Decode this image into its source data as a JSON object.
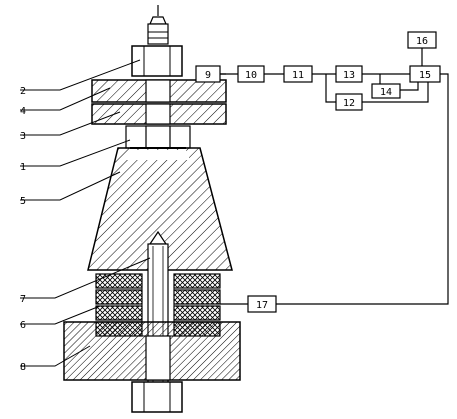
{
  "callouts": [
    "2",
    "4",
    "3",
    "1",
    "5",
    "7",
    "6",
    "8"
  ],
  "blocks": [
    "9",
    "10",
    "11",
    "13",
    "12",
    "14",
    "15",
    "16",
    "17"
  ]
}
